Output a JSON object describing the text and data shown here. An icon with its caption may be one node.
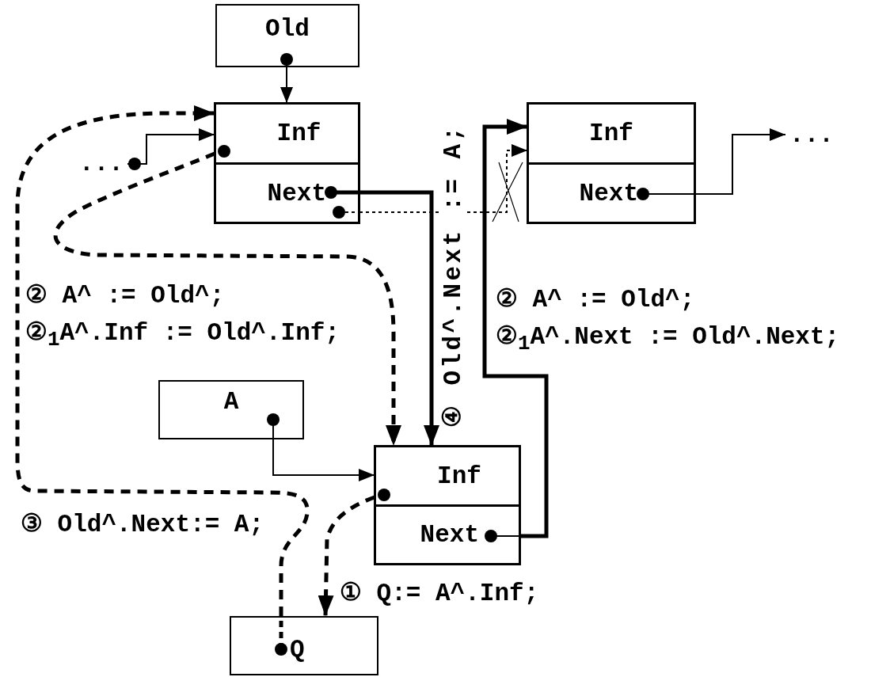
{
  "diagram": {
    "nodes": [
      {
        "text": [
          "Old"
        ]
      },
      {
        "text": [],
        "shape": "box"
      },
      {
        "text": [
          "Inf"
        ],
        "in": 1
      },
      {
        "text": [
          "Next"
        ],
        "in": 1
      },
      {
        "text": [],
        "shape": "box"
      },
      {
        "text": [
          "Inf"
        ],
        "in": 4
      },
      {
        "text": [
          "Next"
        ],
        "in": 4
      },
      {
        "text": [
          "..."
        ]
      },
      {
        "text": [
          "..."
        ]
      },
      {
        "text": [
          "A"
        ]
      },
      {
        "text": [],
        "shape": "box"
      },
      {
        "text": [
          "Inf"
        ],
        "in": 10
      },
      {
        "text": [
          "Next"
        ],
        "in": 10
      },
      {
        "text": [
          "Q"
        ]
      }
    ],
    "edges": [
      {
        "from": 0,
        "to": 2,
        "arrow": "to"
      },
      {
        "from": 7,
        "to": 2,
        "arrow": "to"
      },
      {
        "from": 2,
        "to": 11,
        "arrow": "to",
        "style": "dashed"
      },
      {
        "from": 13,
        "to": 2,
        "arrow": "to",
        "style": "dashed",
        "label": "③ Old^.Next:= A;"
      },
      {
        "from": 3,
        "to": 11,
        "arrow": "to",
        "style": "thick",
        "label": "④ Old^.Next := A;"
      },
      {
        "from": 3,
        "to": 5,
        "arrow": "to",
        "style": "dashed"
      },
      {
        "from": 12,
        "to": 5,
        "arrow": "to",
        "style": "thick"
      },
      {
        "from": 6,
        "to": 8,
        "arrow": "to"
      },
      {
        "from": 9,
        "to": 11,
        "arrow": "to"
      },
      {
        "from": 11,
        "to": 13,
        "arrow": "to",
        "style": "dashed",
        "label": "① Q:= A^.Inf;"
      }
    ],
    "labels": [
      "② A^ := Old^;",
      "②$_{1}$A^.Inf := Old^.Inf;",
      "② A^ := Old^;",
      "②$_{1}$A^.Next := Old^.Next;"
    ]
  }
}
